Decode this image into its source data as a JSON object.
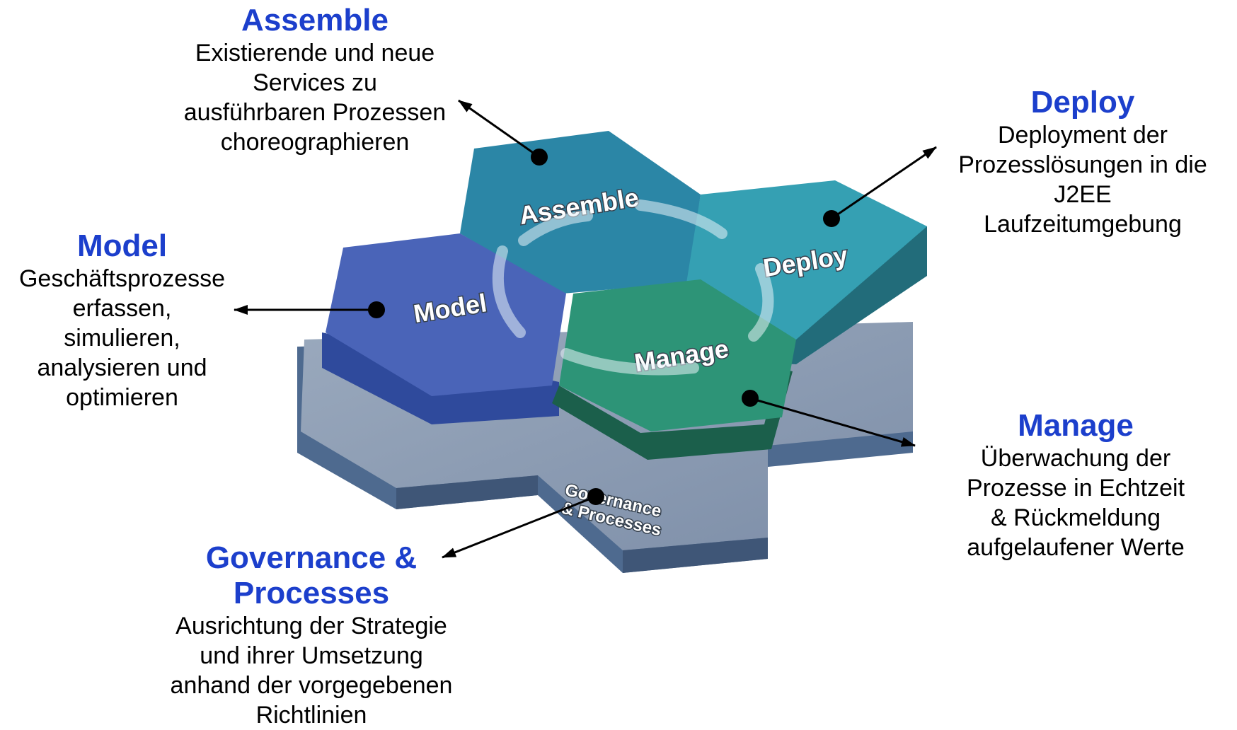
{
  "diagram": {
    "hexagons": {
      "assemble": {
        "label": "Assemble"
      },
      "deploy": {
        "label": "Deploy"
      },
      "model": {
        "label": "Model"
      },
      "manage": {
        "label": "Manage"
      },
      "governance": {
        "label_line1": "Governance",
        "label_line2": "& Processes"
      }
    }
  },
  "callouts": {
    "assemble": {
      "heading": "Assemble",
      "description": "Existierende und neue\nServices zu\nausführbaren Prozessen\nchoreographieren"
    },
    "deploy": {
      "heading": "Deploy",
      "description": "Deployment der\nProzesslösungen in die\nJ2EE\nLaufzeitumgebung"
    },
    "model": {
      "heading": "Model",
      "description": "Geschäftsprozesse\nerfassen,\nsimulieren,\nanalysieren und\noptimieren"
    },
    "manage": {
      "heading": "Manage",
      "description": "Überwachung der\nProzesse in Echtzeit\n& Rückmeldung\naufgelaufener Werte"
    },
    "governance": {
      "heading_line1": "Governance &",
      "heading_line2": "Processes",
      "description": "Ausrichtung der Strategie\nund ihrer Umsetzung\nanhand der vorgegebenen\nRichtlinien"
    }
  },
  "colors": {
    "heading_blue": "#1c3fcc",
    "assemble_top": "#2b86a6",
    "deploy_top": "#35a0b3",
    "model_top": "#4a64b8",
    "manage_top": "#2d9477",
    "governance_top": "#8c9db4"
  }
}
